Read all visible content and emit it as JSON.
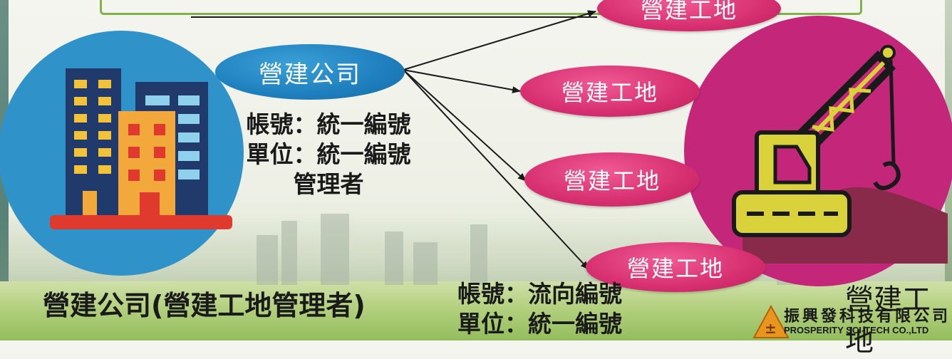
{
  "company_node": {
    "label": "營建公司",
    "info_lines": [
      "帳號：統一編號",
      "單位：統一編號",
      "管理者"
    ],
    "caption": "營建公司(營建工地管理者)"
  },
  "site_nodes": [
    {
      "label": "營建工地"
    },
    {
      "label": "營建工地"
    },
    {
      "label": "營建工地"
    },
    {
      "label": "營建工地"
    }
  ],
  "site_info_lines": [
    "帳號：流向編號",
    "單位：統一編號"
  ],
  "site_caption": "營建工地",
  "logo": {
    "company_name": "振興發科技有限公司",
    "english_name": "PROSPERITY SCI-TECH CO.,LTD"
  },
  "colors": {
    "company_circle": "#2f93c9",
    "company_ellipse": "#1f7fbe",
    "site_ellipse": "#d72f70",
    "site_circle": "#c4277a",
    "frame": "#7fb24a"
  }
}
